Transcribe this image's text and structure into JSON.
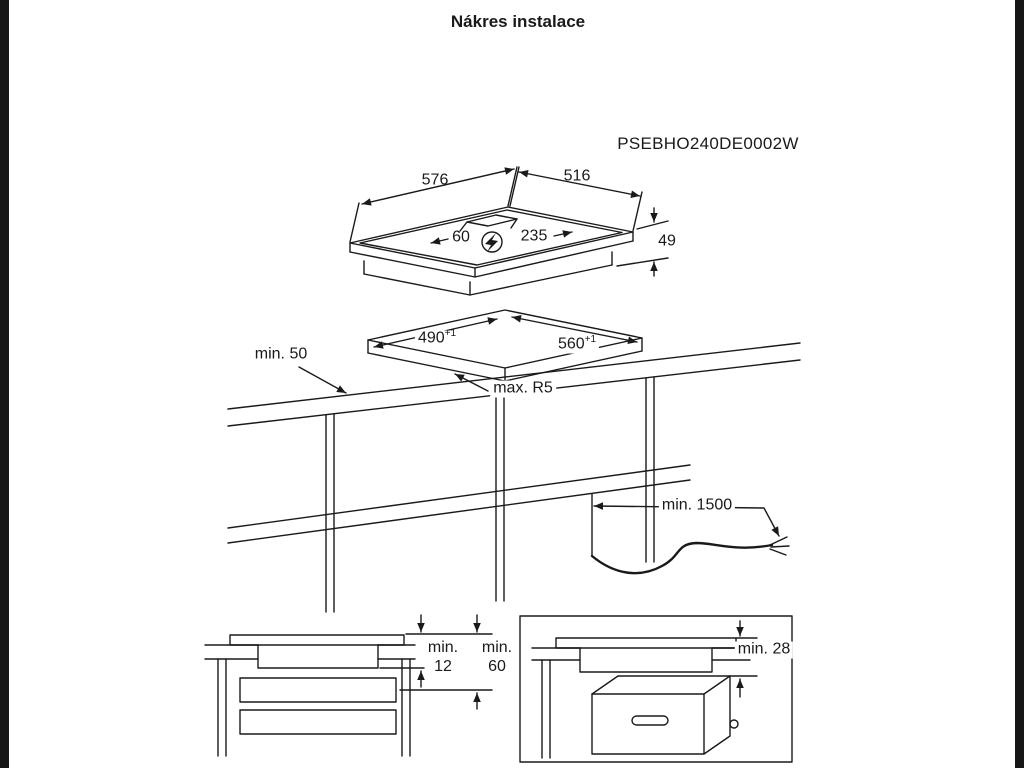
{
  "page": {
    "title": "Nákres instalace",
    "model_code": "PSEBHO240DE0002W"
  },
  "hob": {
    "top_depth": "576",
    "top_width": "516",
    "height": "49",
    "junction_offset_left": "60",
    "junction_offset_right": "235"
  },
  "icons": {
    "power_connection": "lightning-bolt-in-circle"
  },
  "cutout": {
    "length": {
      "value": "490",
      "sup": "+1"
    },
    "width": {
      "value": "560",
      "sup": "+1"
    },
    "corner_radius": "max. R5",
    "front_edge_distance": "min. 50"
  },
  "cable": {
    "min_length": "min. 1500"
  },
  "clearances": {
    "drawer": {
      "min_label": "min.",
      "value": "12"
    },
    "shelf": {
      "min_label": "min.",
      "value": "60"
    },
    "oven": "min. 28"
  }
}
